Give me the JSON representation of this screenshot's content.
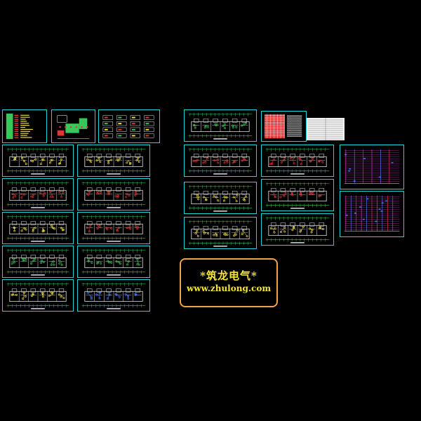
{
  "drawing_set": {
    "watermark": {
      "title": "*筑龙电气*",
      "url": "www.zhulong.com"
    },
    "sheets": [
      {
        "id": "legend-1",
        "kind": "legend"
      },
      {
        "id": "system-1",
        "kind": "schematic"
      },
      {
        "id": "system-2",
        "kind": "schematic"
      },
      {
        "id": "plan-l1",
        "kind": "floor-plan"
      },
      {
        "id": "plan-r1",
        "kind": "floor-plan"
      },
      {
        "id": "plan-l2",
        "kind": "floor-plan"
      },
      {
        "id": "plan-r2",
        "kind": "floor-plan"
      },
      {
        "id": "plan-l3",
        "kind": "floor-plan"
      },
      {
        "id": "plan-r3",
        "kind": "floor-plan"
      },
      {
        "id": "plan-l4",
        "kind": "floor-plan"
      },
      {
        "id": "plan-r4",
        "kind": "floor-plan"
      },
      {
        "id": "plan-l5",
        "kind": "floor-plan"
      },
      {
        "id": "plan-r5",
        "kind": "floor-plan"
      },
      {
        "id": "plan-c1",
        "kind": "floor-plan"
      },
      {
        "id": "table-1",
        "kind": "table"
      },
      {
        "id": "plan-c2",
        "kind": "floor-plan"
      },
      {
        "id": "plan-c3",
        "kind": "floor-plan"
      },
      {
        "id": "plan-c4",
        "kind": "floor-plan"
      },
      {
        "id": "plan-c5",
        "kind": "floor-plan"
      },
      {
        "id": "plan-c6",
        "kind": "floor-plan"
      },
      {
        "id": "plan-c7",
        "kind": "floor-plan"
      },
      {
        "id": "riser-1",
        "kind": "riser"
      },
      {
        "id": "riser-2",
        "kind": "riser"
      }
    ],
    "colors": {
      "frame": "#22d3d3",
      "wall": "#e6e6e6",
      "red": "#e23636",
      "yellow": "#f2e13a",
      "green": "#39c65a",
      "magenta": "#d23ad2",
      "blue": "#4a7cff",
      "logo_border": "#f2a34a",
      "logo_text": "#f6e533"
    }
  }
}
